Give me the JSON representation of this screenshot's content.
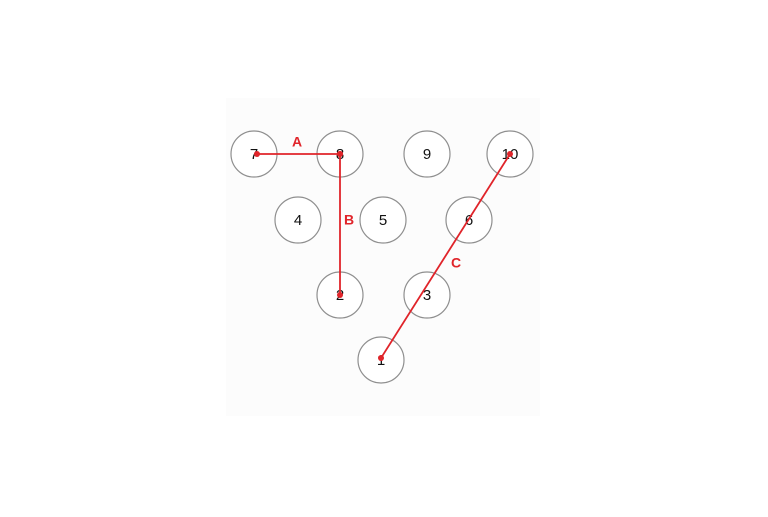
{
  "pins": [
    {
      "id": "7",
      "label": "7"
    },
    {
      "id": "8",
      "label": "8"
    },
    {
      "id": "9",
      "label": "9"
    },
    {
      "id": "10",
      "label": "10"
    },
    {
      "id": "4",
      "label": "4"
    },
    {
      "id": "5",
      "label": "5"
    },
    {
      "id": "6",
      "label": "6"
    },
    {
      "id": "2",
      "label": "2"
    },
    {
      "id": "3",
      "label": "3"
    },
    {
      "id": "1",
      "label": "1"
    }
  ],
  "shots": [
    {
      "id": "A",
      "label": "A",
      "from": "7",
      "to": "8"
    },
    {
      "id": "B",
      "label": "B",
      "from": "8",
      "to": "2"
    },
    {
      "id": "C",
      "label": "C",
      "from": "1",
      "to": "10"
    }
  ],
  "colors": {
    "background": "#ffffff",
    "panel": "#fcfcfc",
    "circle_stroke": "#8f8f8f",
    "text": "#111111",
    "shot": "#e0242a"
  }
}
